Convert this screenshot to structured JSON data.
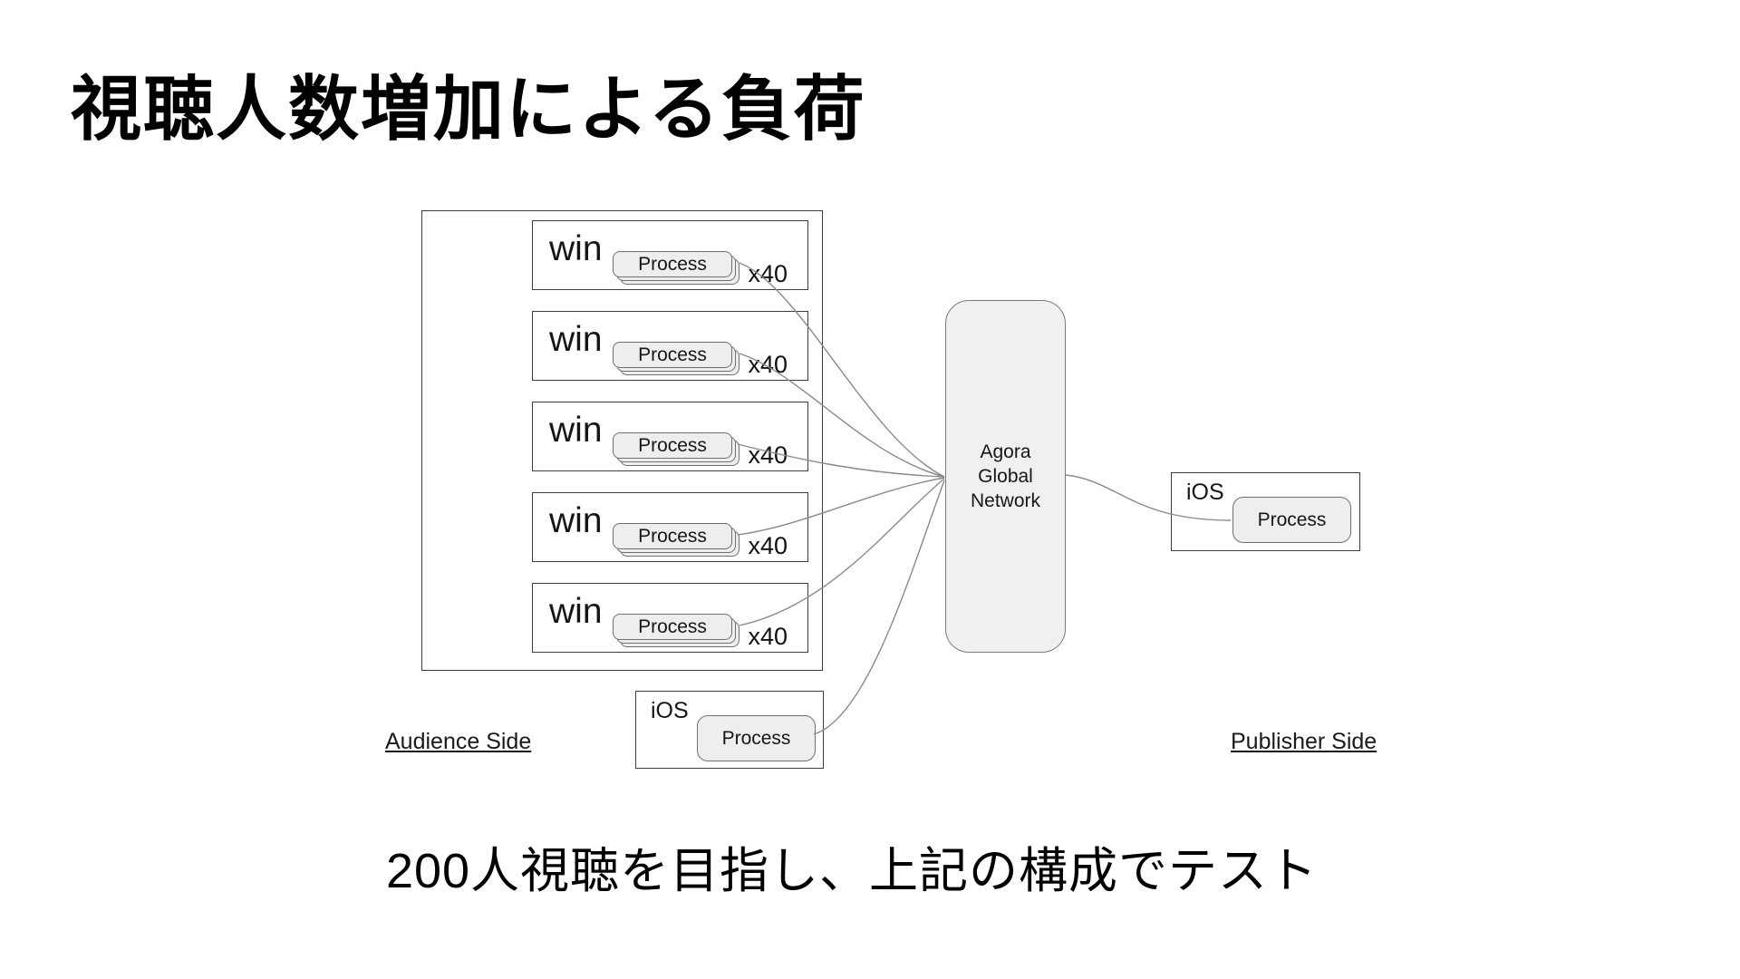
{
  "slide": {
    "title": "視聴人数増加による負荷",
    "caption": "200人視聴を目指し、上記の構成でテスト"
  },
  "diagram": {
    "audience_side_label": "Audience Side",
    "publisher_side_label": "Publisher Side",
    "network": {
      "label": "Agora\nGlobal\nNetwork"
    },
    "win_nodes": [
      {
        "platform": "win",
        "process_label": "Process",
        "multiplier": "x40"
      },
      {
        "platform": "win",
        "process_label": "Process",
        "multiplier": "x40"
      },
      {
        "platform": "win",
        "process_label": "Process",
        "multiplier": "x40"
      },
      {
        "platform": "win",
        "process_label": "Process",
        "multiplier": "x40"
      },
      {
        "platform": "win",
        "process_label": "Process",
        "multiplier": "x40"
      }
    ],
    "audience_ios": {
      "platform": "iOS",
      "process_label": "Process"
    },
    "publisher_ios": {
      "platform": "iOS",
      "process_label": "Process"
    }
  },
  "colors": {
    "background": "#ffffff",
    "box_border": "#3d3d3d",
    "process_fill": "#eeeeee",
    "process_border": "#707070",
    "network_fill": "#f0f0f0",
    "network_border": "#7a7a7a",
    "connector": "#8a8a8a",
    "text": "#111111"
  }
}
